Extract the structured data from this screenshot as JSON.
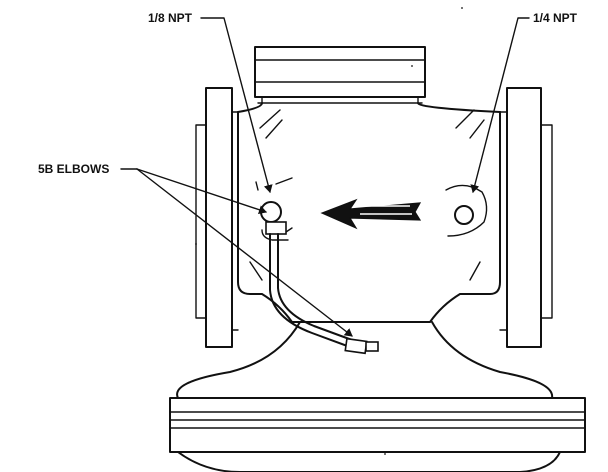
{
  "labels": {
    "npt_small": "1/8 NPT",
    "npt_large": "1/4 NPT",
    "elbows": "5B ELBOWS"
  },
  "colors": {
    "ink": "#111111",
    "background": "#ffffff"
  },
  "icons": {
    "flow_direction": "arrow-left-icon"
  }
}
